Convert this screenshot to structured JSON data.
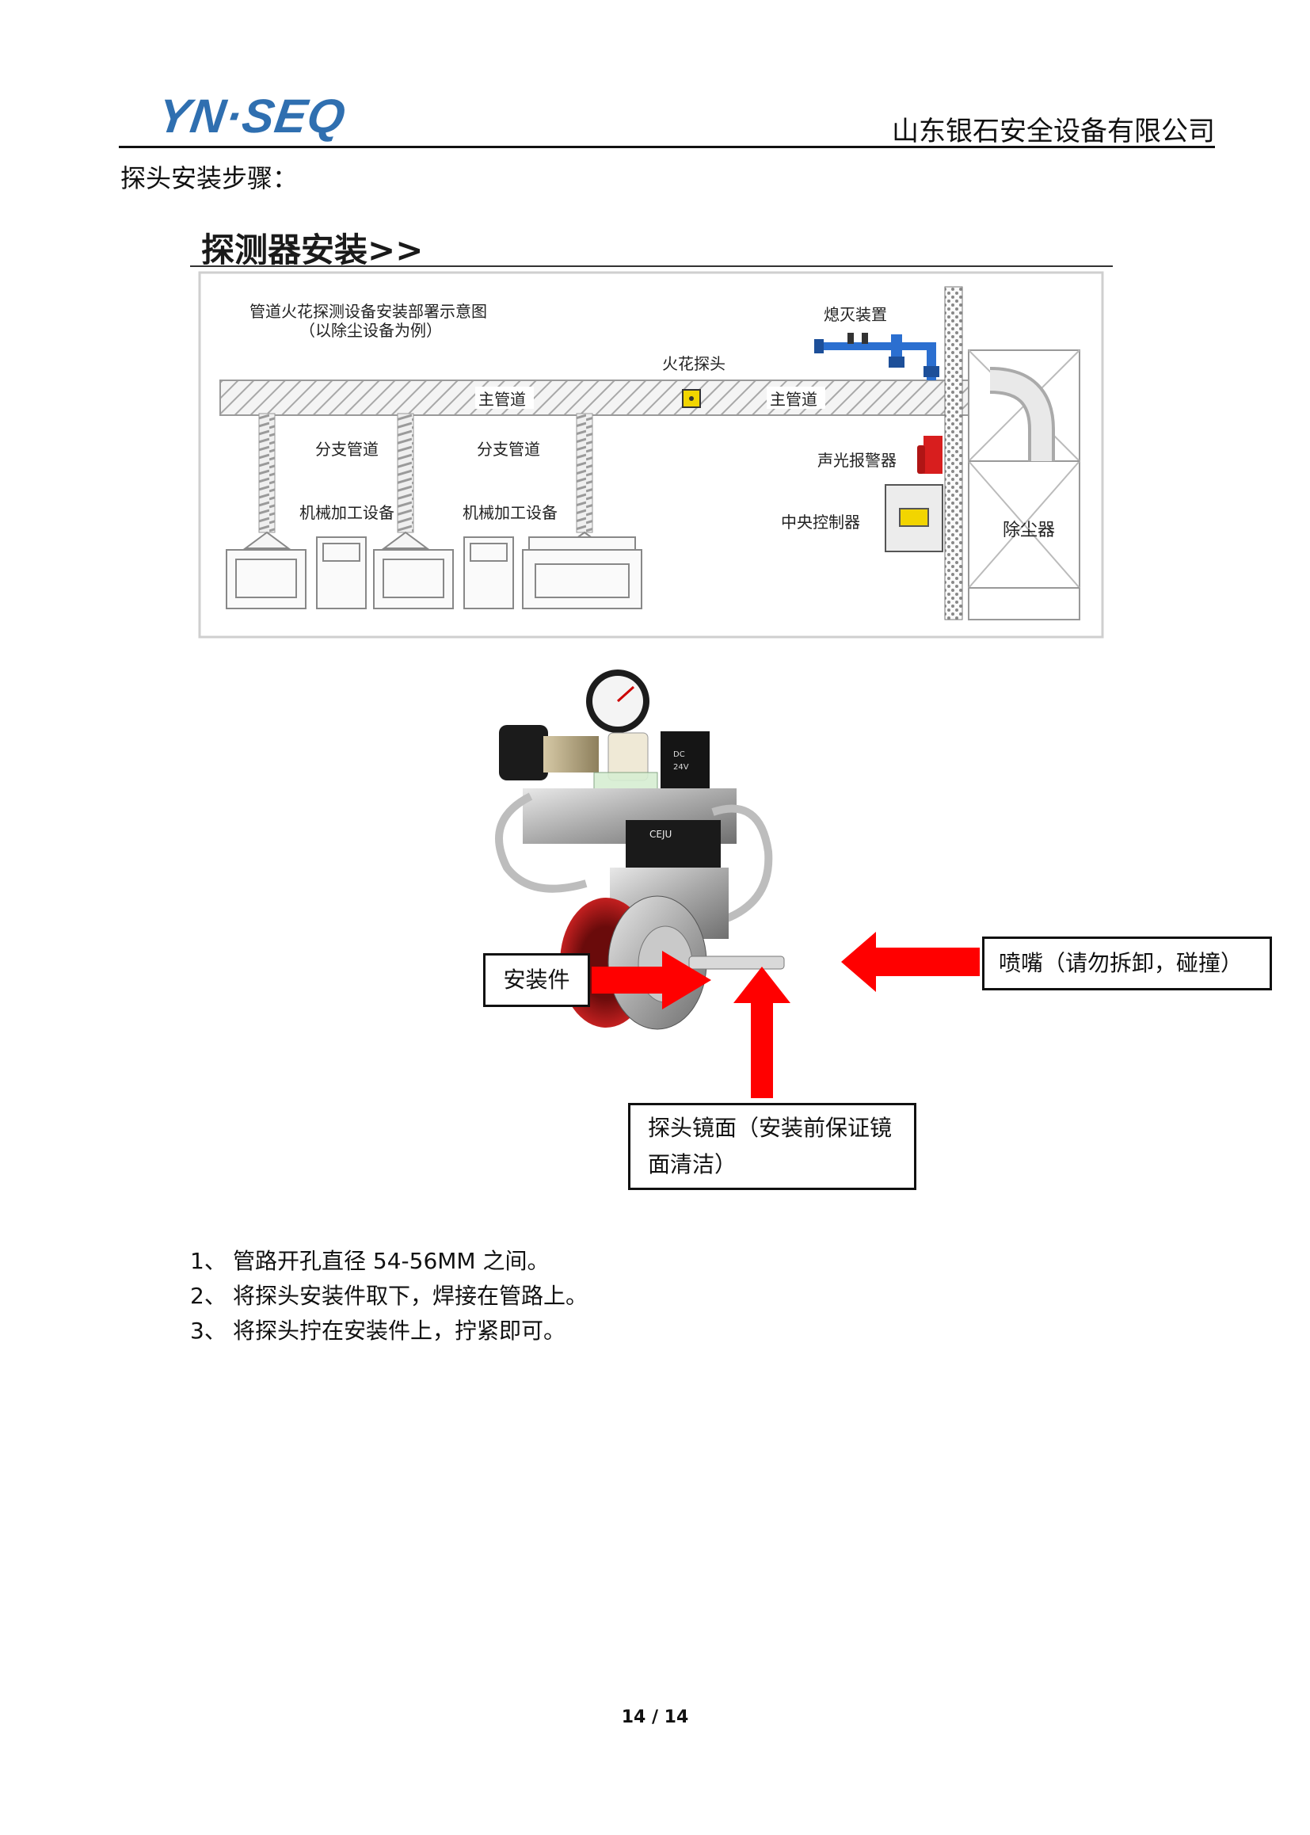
{
  "header": {
    "logo_text": "YN·SEQ",
    "company_name": "山东银石安全设备有限公司"
  },
  "section_heading": "探头安装步骤：",
  "diagram": {
    "title": "探测器安装>>",
    "caption_line1": "管道火花探测设备安装部署示意图",
    "caption_line2": "（以除尘设备为例）",
    "labels": {
      "extinguisher": "熄灭装置",
      "spark_probe": "火花探头",
      "main_pipe_left": "主管道",
      "main_pipe_right": "主管道",
      "branch_pipe_1": "分支管道",
      "branch_pipe_2": "分支管道",
      "machine_1": "机械加工设备",
      "machine_2": "机械加工设备",
      "alarm": "声光报警器",
      "controller": "中央控制器",
      "dust_collector": "除尘器"
    },
    "colors": {
      "pipe": "#bdbdbd",
      "valve": "#2b6fd0",
      "alarm": "#d81e1e",
      "probe": "#f2d500"
    }
  },
  "photo_callouts": {
    "install_part": "安装件",
    "nozzle": "喷嘴（请勿拆卸，碰撞）",
    "mirror_line1": "探头镜面（安装前保证镜",
    "mirror_line2": "面清洁）",
    "arrow_color": "#ff0000",
    "photo_device_labels": {
      "brand": "CEJU",
      "spec_1": "DC",
      "spec_2": "24V"
    }
  },
  "steps": [
    {
      "num": "1、",
      "text": "管路开孔直径 54-56MM 之间。"
    },
    {
      "num": "2、",
      "text": "将探头安装件取下，焊接在管路上。"
    },
    {
      "num": "3、",
      "text": "将探头拧在安装件上，拧紧即可。"
    }
  ],
  "footer": {
    "page_number": "14 / 14"
  }
}
